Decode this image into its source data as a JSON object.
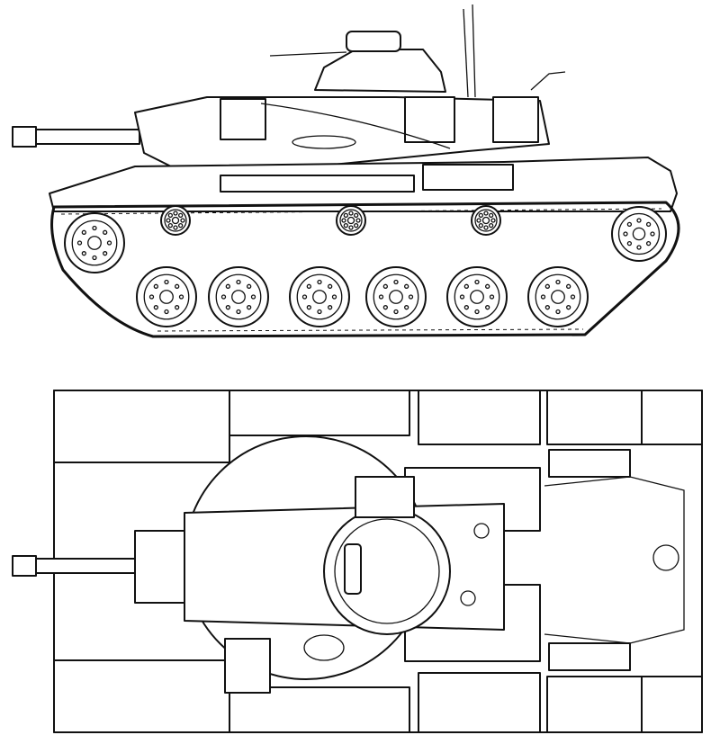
{
  "drawing": {
    "views": [
      "side-view",
      "top-view"
    ],
    "colors": {
      "line": "#111111",
      "background": "#ffffff"
    },
    "road_wheel_count": 6,
    "return_roller_count": 3
  }
}
